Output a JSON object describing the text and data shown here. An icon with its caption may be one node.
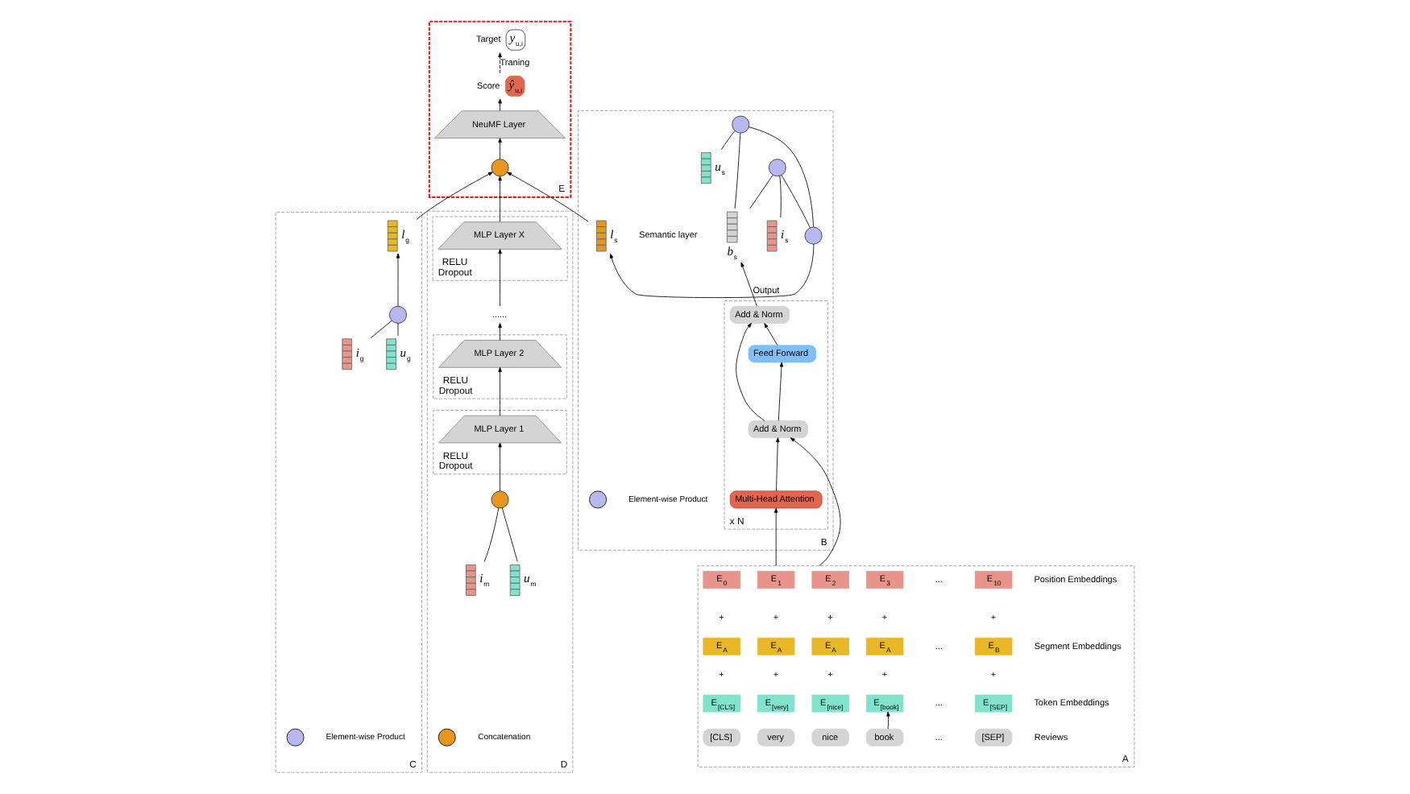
{
  "diagram": {
    "nodes": [
      {
        "text": [
          "B"
        ]
      },
      {
        "text": [
          "x N"
        ],
        "in": 0
      },
      {
        "text": [
          "Add & Norm"
        ],
        "in": 1
      },
      {
        "text": [
          "Feed Forward"
        ],
        "in": 1
      },
      {
        "text": [
          "Add & Norm"
        ],
        "in": 1
      },
      {
        "text": [
          "Multi-Head Attention"
        ],
        "in": 1
      },
      {
        "text": [
          "*u*$_{s}$"
        ],
        "in": 0
      },
      {
        "text": [
          "*b*$_{s}$"
        ],
        "in": 0
      },
      {
        "text": [
          "*i*$_{s}$"
        ],
        "in": 0
      },
      {
        "text": [],
        "shape": "circle",
        "in": 0
      },
      {
        "text": [],
        "shape": "circle",
        "in": 0
      },
      {
        "text": [],
        "shape": "circle",
        "in": 0
      },
      {
        "text": [
          "*l*$_{s}$"
        ],
        "in": 0
      },
      {
        "text": [
          "E"
        ]
      },
      {
        "text": [
          "*y*$_{u,i}$"
        ],
        "beside": [
          "Target"
        ],
        "in": 13
      },
      {
        "text": [
          "*ŷ*$_{u,i}$"
        ],
        "beside": [
          "Score"
        ],
        "in": 13
      },
      {
        "text": [
          "NeuMF Layer"
        ],
        "in": 13
      },
      {
        "text": [],
        "shape": "circle",
        "in": 13
      },
      {
        "text": [
          "D"
        ]
      },
      {
        "text": [
          "RELU",
          "Dropout"
        ],
        "in": 18
      },
      {
        "text": [
          "MLP Layer X"
        ],
        "in": 19
      },
      {
        "text": [
          "......"
        ],
        "in": 18
      },
      {
        "text": [
          "RELU",
          "Dropout"
        ],
        "in": 18
      },
      {
        "text": [
          "MLP Layer 2"
        ],
        "in": 22
      },
      {
        "text": [
          "RELU",
          "Dropout"
        ],
        "in": 18
      },
      {
        "text": [
          "MLP Layer 1"
        ],
        "in": 24
      },
      {
        "text": [],
        "shape": "circle",
        "in": 18
      },
      {
        "text": [
          "*u*$_{m}$"
        ],
        "in": 18
      },
      {
        "text": [
          "*i*$_{m}$"
        ],
        "in": 18
      },
      {
        "text": [
          "C"
        ]
      },
      {
        "text": [
          "*l*$_{g}$"
        ],
        "in": 29
      },
      {
        "text": [],
        "shape": "circle",
        "in": 29
      },
      {
        "text": [
          "*u*$_{g}$"
        ],
        "in": 29
      },
      {
        "text": [
          "*i*$_{g}$"
        ],
        "in": 29
      },
      {
        "text": [
          "A"
        ]
      },
      {
        "text": [
          "E$_{0}$"
        ],
        "in": 34
      },
      {
        "text": [
          "E$_{1}$"
        ],
        "in": 34
      },
      {
        "text": [
          "E$_{2}$"
        ],
        "in": 34
      },
      {
        "text": [
          "E$_{3}$"
        ],
        "in": 34
      },
      {
        "text": [
          "E$_{10}$"
        ],
        "in": 34
      },
      {
        "text": [
          "E$_{A}$"
        ],
        "in": 34
      },
      {
        "text": [
          "E$_{A}$"
        ],
        "in": 34
      },
      {
        "text": [
          "E$_{A}$"
        ],
        "in": 34
      },
      {
        "text": [
          "E$_{A}$"
        ],
        "in": 34
      },
      {
        "text": [
          "E$_{B}$"
        ],
        "in": 34
      },
      {
        "text": [
          "E$_{[CLS]}$"
        ],
        "in": 34
      },
      {
        "text": [
          "E$_{[very]}$"
        ],
        "in": 34
      },
      {
        "text": [
          "E$_{[nice]}$"
        ],
        "in": 34
      },
      {
        "text": [
          "E$_{[book]}$"
        ],
        "in": 34
      },
      {
        "text": [
          "E$_{[SEP]}$"
        ],
        "in": 34
      },
      {
        "text": [
          "[CLS]"
        ],
        "in": 34
      },
      {
        "text": [
          "very"
        ],
        "in": 34
      },
      {
        "text": [
          "nice"
        ],
        "in": 34
      },
      {
        "text": [
          "book"
        ],
        "in": 34
      },
      {
        "text": [
          "[SEP]"
        ],
        "in": 34
      }
    ],
    "edges": [
      {
        "from": 34,
        "to": 5,
        "arrow": "to"
      },
      {
        "from": 34,
        "to": 4,
        "arrow": "to"
      },
      {
        "from": 5,
        "to": 4,
        "arrow": "to"
      },
      {
        "from": 4,
        "to": 3,
        "arrow": "to"
      },
      {
        "from": 4,
        "to": 2,
        "arrow": "to"
      },
      {
        "from": 3,
        "to": 2,
        "arrow": "to"
      },
      {
        "from": 2,
        "to": 7,
        "arrow": "to",
        "label": "Output"
      },
      {
        "from": 6,
        "to": 9,
        "arrow": "none"
      },
      {
        "from": 7,
        "to": 9,
        "arrow": "none"
      },
      {
        "from": 7,
        "to": 11,
        "arrow": "none"
      },
      {
        "from": 8,
        "to": 11,
        "arrow": "none"
      },
      {
        "from": 9,
        "to": 10,
        "arrow": "none"
      },
      {
        "from": 11,
        "to": 10,
        "arrow": "none"
      },
      {
        "from": 10,
        "to": 12,
        "arrow": "to"
      },
      {
        "from": 12,
        "to": 17,
        "arrow": "to"
      },
      {
        "from": 17,
        "to": 16,
        "arrow": "to"
      },
      {
        "from": 16,
        "to": 15,
        "arrow": "to"
      },
      {
        "from": 15,
        "to": 14,
        "arrow": "to",
        "label": "Traning",
        "style": "dashed"
      },
      {
        "from": 30,
        "to": 17,
        "arrow": "to"
      },
      {
        "from": 31,
        "to": 30,
        "arrow": "to"
      },
      {
        "from": 32,
        "to": 31,
        "arrow": "none"
      },
      {
        "from": 33,
        "to": 31,
        "arrow": "none"
      },
      {
        "from": 27,
        "to": 26,
        "arrow": "none"
      },
      {
        "from": 28,
        "to": 26,
        "arrow": "none"
      },
      {
        "from": 26,
        "to": 25,
        "arrow": "to"
      },
      {
        "from": 25,
        "to": 23,
        "arrow": "to"
      },
      {
        "from": 23,
        "to": 21,
        "arrow": "to"
      },
      {
        "from": 21,
        "to": 20,
        "arrow": "to"
      },
      {
        "from": 20,
        "to": 17,
        "arrow": "to"
      },
      {
        "from": 53,
        "to": 48,
        "arrow": "to"
      }
    ],
    "labels": [
      "Semantic layer",
      "...",
      "Position Embeddings",
      "+",
      "+",
      "+",
      "+",
      "+",
      "...",
      "Segment Embeddings",
      "+",
      "+",
      "+",
      "+",
      "+",
      "...",
      "Token Embeddings",
      "...",
      "Reviews"
    ],
    "legend": [
      {
        "text": "Element-wise Product"
      },
      {
        "text": "Element-wise Product"
      },
      {
        "text": "Concatenation"
      }
    ]
  }
}
